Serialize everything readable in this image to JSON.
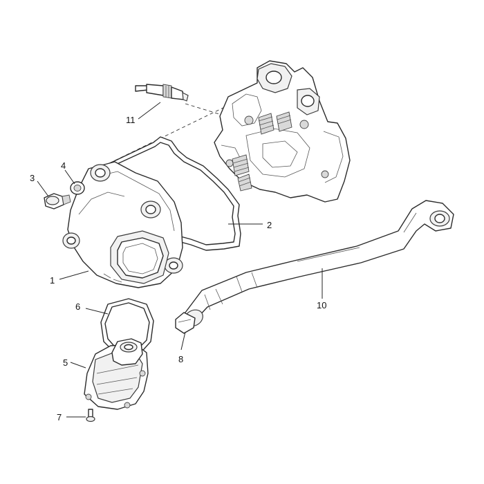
{
  "callouts": {
    "c1": "1",
    "c2": "2",
    "c3": "3",
    "c4": "4",
    "c5": "5",
    "c6": "6",
    "c7": "7",
    "c8": "8",
    "c10": "10",
    "c11": "11"
  },
  "colors": {
    "line": "#2a2a2a",
    "shade": "#d9d9d9",
    "background": "#ffffff"
  }
}
